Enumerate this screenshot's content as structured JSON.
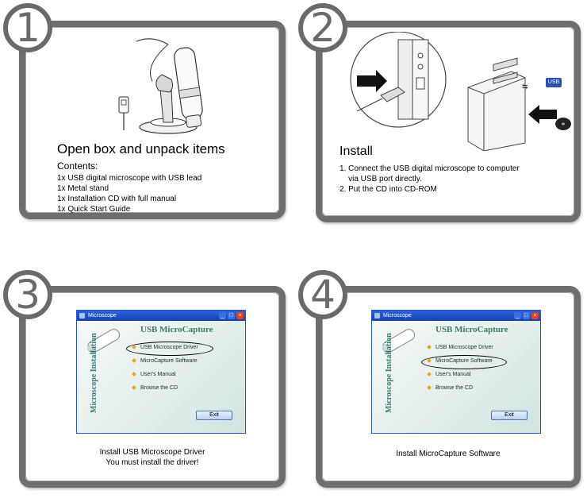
{
  "step1": {
    "number": "1",
    "title": "Open box and unpack items",
    "contents_heading": "Contents:",
    "items": [
      "1x USB digital microscope with USB lead",
      "1x Metal stand",
      "1x Installation CD with full manual",
      "1x Quick Start Guide"
    ]
  },
  "step2": {
    "number": "2",
    "title": "Install",
    "lines": [
      "1. Connect the USB digital microscope to computer",
      "    via USB port directly.",
      "2. Put the CD into CD-ROM"
    ],
    "usb_label": "USB"
  },
  "step3": {
    "number": "3",
    "window_title": "Microscope",
    "brand": "USB MicroCapture",
    "side_label": "Microscope Installation",
    "menu": [
      "USB Microscope Driver",
      "MicroCapture Software",
      "User's Manual",
      "Browse the CD"
    ],
    "exit_label": "Exit",
    "caption_lines": [
      "Install USB Microscope Driver",
      "You must install the driver!"
    ]
  },
  "step4": {
    "number": "4",
    "window_title": "Microscope",
    "brand": "USB MicroCapture",
    "side_label": "Microscope Installation",
    "menu": [
      "USB Microscope Driver",
      "MicroCapture Software",
      "User's Manual",
      "Browse the CD"
    ],
    "exit_label": "Exit",
    "caption_lines": [
      "Install MicroCapture Software"
    ]
  }
}
